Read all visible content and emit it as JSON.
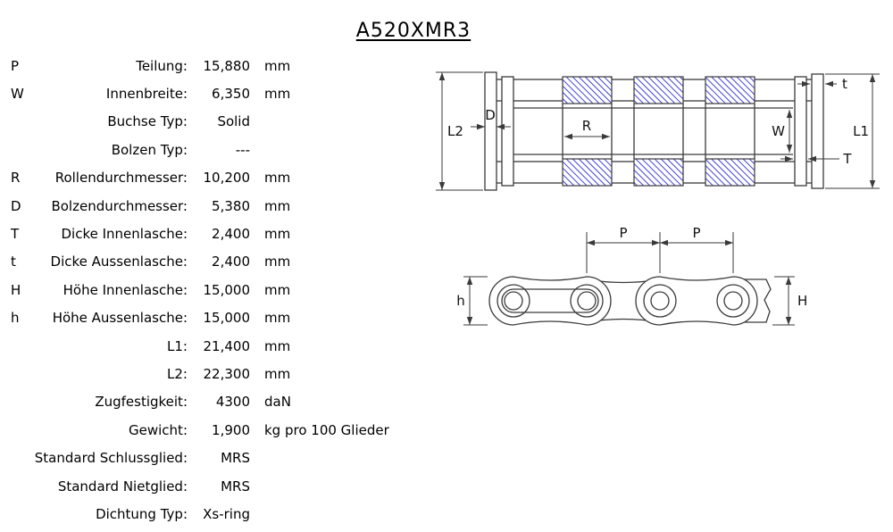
{
  "title": "A520XMR3",
  "specs": {
    "rows": [
      {
        "symbol": "P",
        "label": "Teilung:",
        "value": "15,880",
        "unit": "mm"
      },
      {
        "symbol": "W",
        "label": "Innenbreite:",
        "value": "6,350",
        "unit": "mm"
      },
      {
        "symbol": "",
        "label": "Buchse Typ:",
        "value": "Solid",
        "unit": ""
      },
      {
        "symbol": "",
        "label": "Bolzen Typ:",
        "value": "---",
        "unit": ""
      },
      {
        "symbol": "R",
        "label": "Rollendurchmesser:",
        "value": "10,200",
        "unit": "mm"
      },
      {
        "symbol": "D",
        "label": "Bolzendurchmesser:",
        "value": "5,380",
        "unit": "mm"
      },
      {
        "symbol": "T",
        "label": "Dicke Innenlasche:",
        "value": "2,400",
        "unit": "mm"
      },
      {
        "symbol": "t",
        "label": "Dicke Aussenlasche:",
        "value": "2,400",
        "unit": "mm"
      },
      {
        "symbol": "H",
        "label": "Höhe Innenlasche:",
        "value": "15,000",
        "unit": "mm"
      },
      {
        "symbol": "h",
        "label": "Höhe Aussenlasche:",
        "value": "15,000",
        "unit": "mm"
      },
      {
        "symbol": "",
        "label": "L1:",
        "value": "21,400",
        "unit": "mm"
      },
      {
        "symbol": "",
        "label": "L2:",
        "value": "22,300",
        "unit": "mm"
      },
      {
        "symbol": "",
        "label": "Zugfestigkeit:",
        "value": "4300",
        "unit": "daN"
      },
      {
        "symbol": "",
        "label": "Gewicht:",
        "value": "1,900",
        "unit": "kg pro 100 Glieder"
      },
      {
        "symbol": "",
        "label": "Standard Schlussglied:",
        "value": "MRS",
        "unit": ""
      },
      {
        "symbol": "",
        "label": "Standard Nietglied:",
        "value": "MRS",
        "unit": ""
      },
      {
        "symbol": "",
        "label": "Dichtung Typ:",
        "value": "Xs-ring",
        "unit": ""
      }
    ]
  },
  "diagrams": {
    "hatch_color": "#2121cc",
    "line_color": "#3a3a3a",
    "cross_section_labels": {
      "l2": "L2",
      "d": "D",
      "r": "R",
      "w": "W",
      "t_outer": "t",
      "t_inner": "T",
      "l1": "L1"
    },
    "side_view_labels": {
      "p_left": "P",
      "p_right": "P",
      "h_outer": "h",
      "h_inner": "H"
    }
  }
}
